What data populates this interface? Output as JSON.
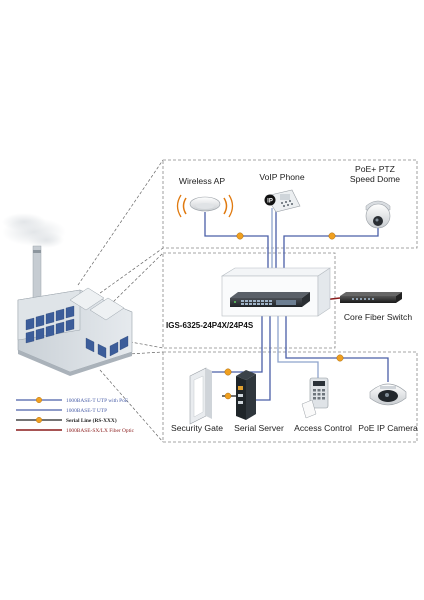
{
  "devices": {
    "wireless_ap": "Wireless AP",
    "voip_phone": "VoIP Phone",
    "ptz_line1": "PoE+ PTZ",
    "ptz_line2": "Speed Dome",
    "switch_model": "IGS-6325-24P4X/24P4S",
    "core_switch": "Core Fiber Switch",
    "security_gate": "Security Gate",
    "serial_server": "Serial Server",
    "access_control": "Access Control",
    "ip_camera": "PoE IP Camera",
    "ip_badge": "IP"
  },
  "legend": [
    {
      "label": "1000BASE-T UTP with PoE",
      "color": "#4a5fa8"
    },
    {
      "label": "1000BASE-T UTP",
      "color": "#4a5fa8"
    },
    {
      "label": "Serial Line (RS-XXX)",
      "color": "#222222"
    },
    {
      "label": "1000BASE-SX/LX Fiber Optic",
      "color": "#8a1c1c"
    }
  ],
  "colors": {
    "utp": "#4a5fa8",
    "utp_light": "#8ea3cc",
    "fiber": "#8a1c1c",
    "serial": "#222222",
    "poe_dot": "#f0a020"
  }
}
